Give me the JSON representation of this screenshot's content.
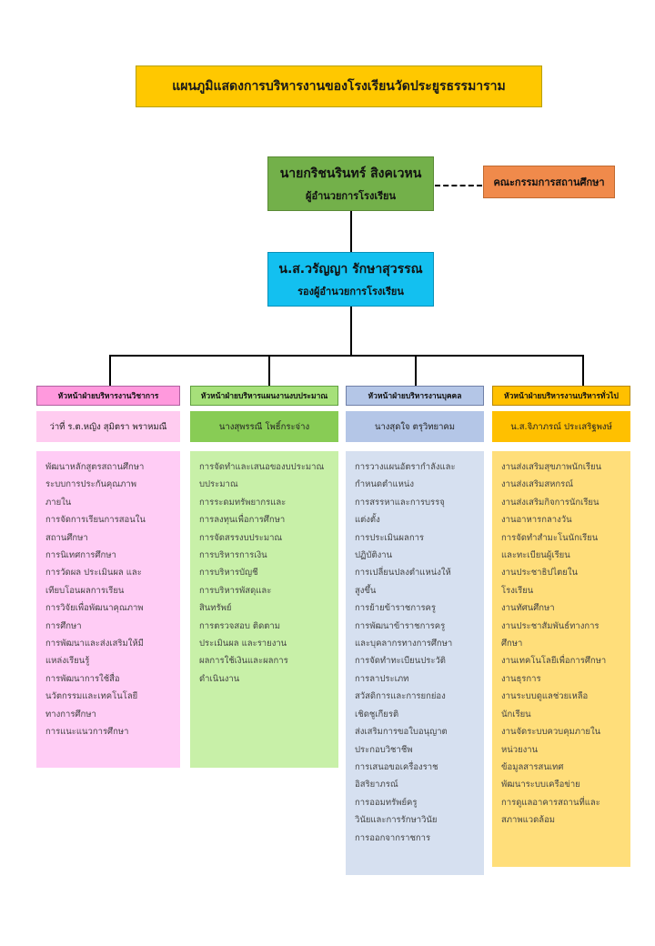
{
  "title": "แผนภูมิแสดงการบริหารงานของโรงเรียนวัดประยูรธรรมาราม",
  "director": {
    "name": "นายกริชนรินทร์ สิงคเวหน",
    "role": "ผู้อำนวยการโรงเรียน"
  },
  "committee": "คณะกรรมการสถานศึกษา",
  "deputy": {
    "name": "น.ส.วรัญญา รักษาสุวรรณ",
    "role": "รองผู้อำนวยการโรงเรียน"
  },
  "colors": {
    "title": "#ffc800",
    "director": "#73b04a",
    "committee": "#f08a4b",
    "deputy": "#13c0f0",
    "academic": "#ff99dd",
    "budget": "#a6e07a",
    "personnel": "#b4c6e7",
    "general": "#ffc000"
  },
  "departments": [
    {
      "header": "หัวหน้าฝ่ายบริหารงานวิชาการ",
      "name": "ว่าที่ ร.ต.หญิง สุมิตรา พราหมณี",
      "items": [
        "พัฒนาหลักสูตรสถานศึกษา",
        "ระบบการประกันคุณภาพ",
        "ภายใน",
        "การจัดการเรียนการสอนใน",
        "สถานศึกษา",
        "การนิเทศการศึกษา",
        "การวัดผล ประเมินผล และ",
        "เทียบโอนผลการเรียน",
        "การวิจัยเพื่อพัฒนาคุณภาพ",
        "การศึกษา",
        "การพัฒนาและส่งเสริมให้มี",
        "แหล่งเรียนรู้",
        "การพัฒนาการใช้สื่อ",
        "นวัตกรรมและเทคโนโลยี",
        "ทางการศึกษา",
        "การแนะแนวการศึกษา"
      ]
    },
    {
      "header": "หัวหน้าฝ่ายบริหารแผนงานงบประมาณ",
      "name": "นางสุพรรณี โพธิ์กระจ่าง",
      "items": [
        "การจัดทำและเสนอของบประมาณ",
        "บประมาณ",
        "การระดมทรัพยากรและ",
        "การลงทุนเพื่อการศึกษา",
        "การจัดสรรงบประมาณ",
        "การบริหารการเงิน",
        "การบริหารบัญชี",
        "การบริหารพัสดุและ",
        "สินทรัพย์",
        "การตรวจสอบ ติดตาม",
        "ประเมินผล และรายงาน",
        "ผลการใช้เงินและผลการ",
        "ดำเนินงาน"
      ]
    },
    {
      "header": "หัวหน้าฝ่ายบริหารงานบุคคล",
      "name": "นางสุดใจ ตรุวิทยาคม",
      "items": [
        "การวางแผนอัตรากำลังและ",
        "กำหนดตำแหน่ง",
        "การสรรหาและการบรรจุ",
        "แต่งตั้ง",
        "การประเมินผลการ",
        "ปฏิบัติงาน",
        "การเปลี่ยนปลงตำแหน่งให้",
        "สูงขึ้น",
        "การย้ายข้าราชการครู",
        "การพัฒนาข้าราชการครู",
        "และบุคลากรทางการศึกษา",
        "การจัดทำทะเบียนประวัติ",
        "การลาประเภท",
        "สวัสดิการและการยกย่อง",
        "เชิดชูเกียรติ",
        "ส่งเสริมการขอใบอนุญาต",
        "ประกอบวิชาชีพ",
        "การเสนอขอเครื่องราช",
        "อิสริยาภรณ์",
        "การออมทรัพย์ครู",
        "วินัยและการรักษาวินัย",
        "การออกจากราชการ"
      ]
    },
    {
      "header": "หัวหน้าฝ่ายบริหารงานบริหารทั่วไป",
      "name": "น.ส.จิภาภรณ์ ประเสริฐพงษ์",
      "items": [
        "งานส่งเสริมสุขภาพนักเรียน",
        "งานส่งเสริมสหกรณ์",
        "งานส่งเสริมกิจการนักเรียน",
        "งานอาหารกลางวัน",
        "การจัดทำสำมะโนนักเรียน",
        "และทะเบียนผู้เรียน",
        "งานประชาธิปไตยใน",
        "โรงเรียน",
        "งานทัศนศึกษา",
        "งานประชาสัมพันธ์ทางการ",
        "ศึกษา",
        "งานเทคโนโลยีเพื่อการศึกษา",
        "งานธุรการ",
        "งานระบบดูแลช่วยเหลือ",
        "นักเรียน",
        "งานจัดระบบควบคุมภายใน",
        "หน่วยงาน",
        "ข้อมูลสารสนเทศ",
        "พัฒนาระบบเครือข่าย",
        "การดูแลอาคารสถานที่และ",
        "สภาพแวดล้อม"
      ]
    }
  ]
}
